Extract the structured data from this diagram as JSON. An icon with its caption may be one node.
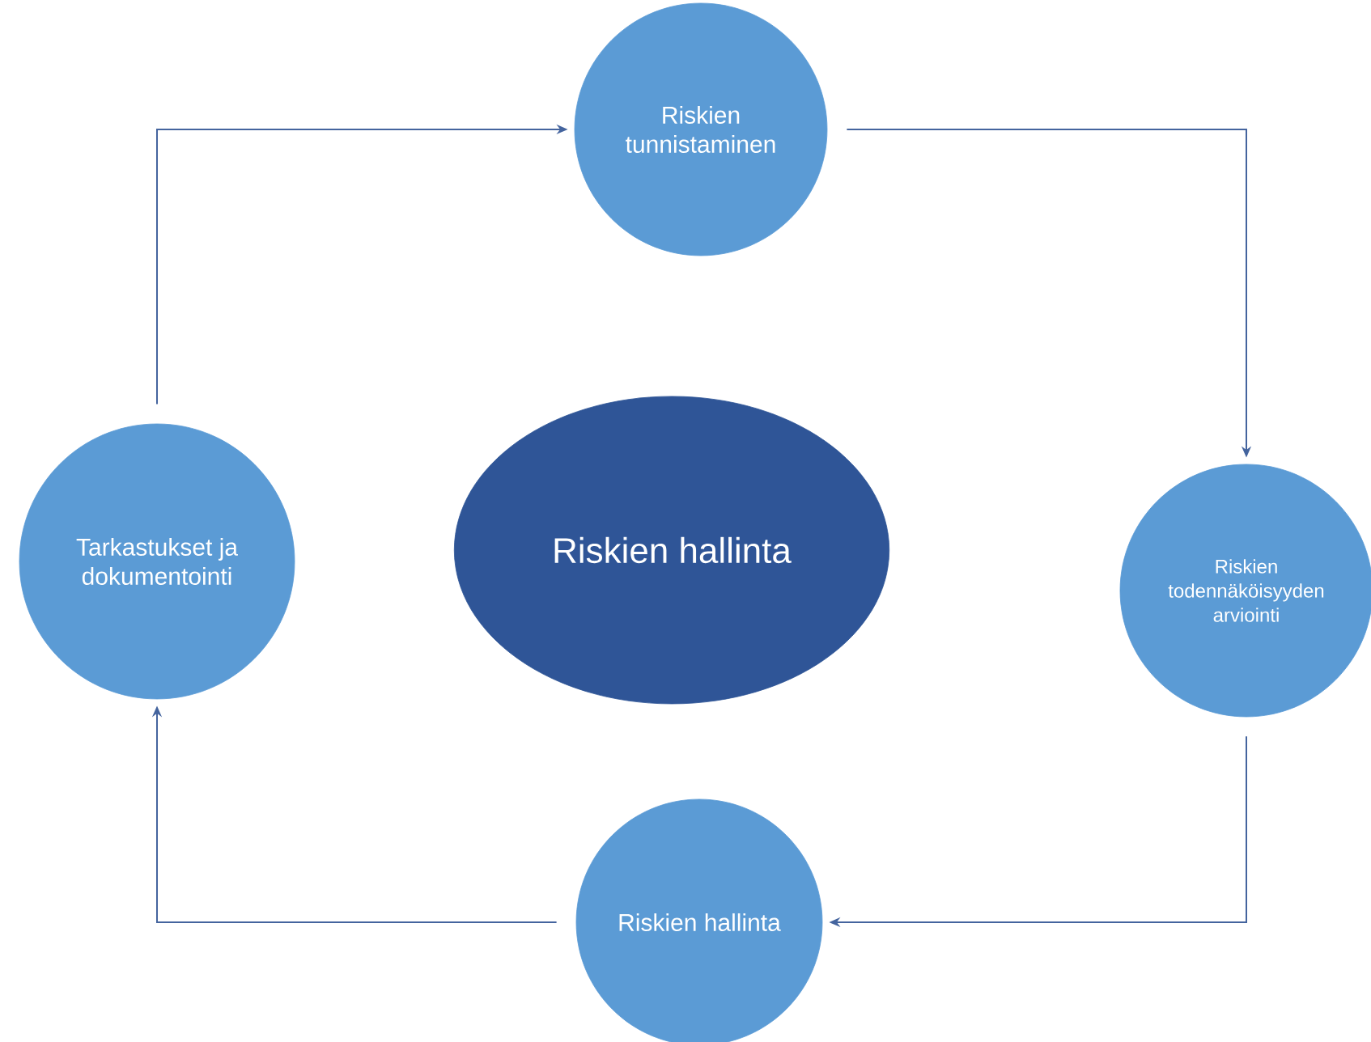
{
  "diagram": {
    "nodes": [
      {
        "text": [
          "Riskien tunnistaminen"
        ]
      },
      {
        "text": [
          "Tarkastukset ja dokumentointi"
        ]
      },
      {
        "text": [
          "Riskien hallinta"
        ]
      },
      {
        "text": [
          "Riskien todennäköisyyden arviointi"
        ]
      },
      {
        "text": [
          "Riskien hallinta"
        ]
      }
    ],
    "edges": [
      {
        "from": 0,
        "to": 3,
        "arrow": "to"
      },
      {
        "from": 3,
        "to": 4,
        "arrow": "to"
      },
      {
        "from": 4,
        "to": 1,
        "arrow": "to"
      },
      {
        "from": 1,
        "to": 0,
        "arrow": "to"
      }
    ]
  }
}
